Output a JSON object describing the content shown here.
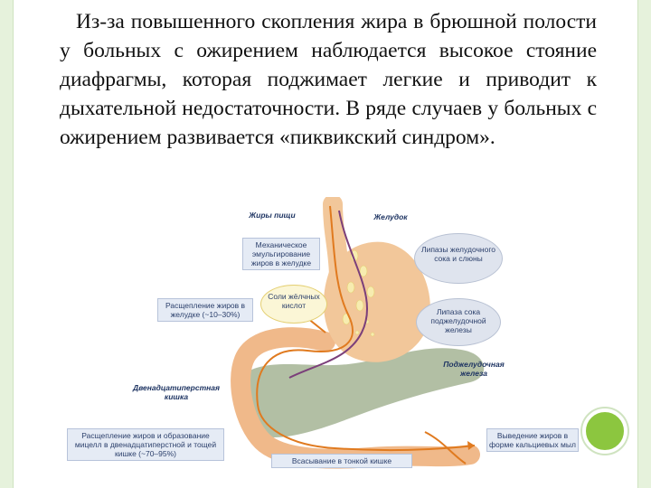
{
  "slide": {
    "paragraph": "Из-за повышенного скопления жира в брюшной полости у больных с ожирением наблюдается высокое стояние диафрагмы, которая поджимает легкие и приводит к дыхательной недостаточности. В ряде случаев у больных с ожирением развивается «пиквикский синдром»."
  },
  "diagram": {
    "labels": {
      "food_fats": "Жиры пищи",
      "stomach": "Желудок",
      "mechanical": "Механическое эмульгирование жиров в желудке",
      "lipases_gastric": "Липазы желудочного сока и слюны",
      "bile_salts": "Соли жёлчных кислот",
      "split_stomach": "Расщепление жиров в желудке (~10–30%)",
      "pancreatic_lipase": "Липаза сока поджелудочной железы",
      "pancreas": "Поджелудочная железа",
      "duodenum": "Двенадцатиперстная кишка",
      "split_intestine": "Расщепление жиров и образование мицелл в двенадцатиперстной и тощей кишке (~70–95%)",
      "absorption": "Всасывание в тонкой кишке",
      "excretion": "Выведение жиров в форме кальциевых мыл"
    },
    "colors": {
      "stomach": "#f2c79a",
      "pancreas": "#aab89a",
      "arrow": "#e07a1f",
      "nerve": "#7b3f7a",
      "label_box": "#e5ebf5",
      "bile": "#f7ecb0"
    }
  },
  "decor": {
    "dot_color": "#8cc63f",
    "border_color": "#e6f2dc"
  }
}
